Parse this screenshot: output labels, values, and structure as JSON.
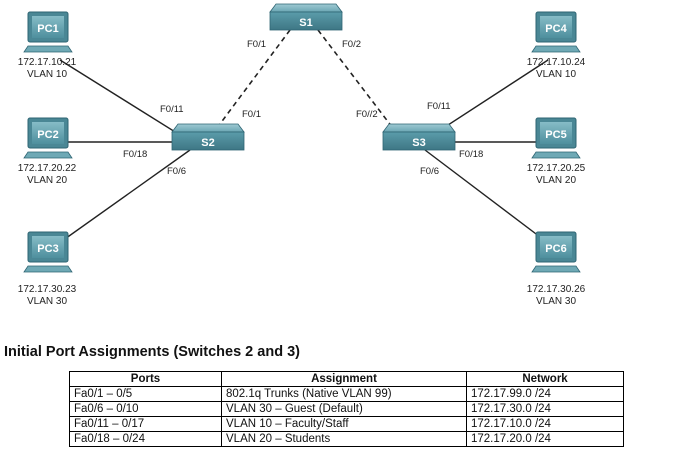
{
  "topology": {
    "switches": [
      {
        "id": "s1",
        "name": "S1"
      },
      {
        "id": "s2",
        "name": "S2"
      },
      {
        "id": "s3",
        "name": "S3"
      }
    ],
    "pcs": [
      {
        "id": "pc1",
        "name": "PC1",
        "ip": "172.17.10.21",
        "vlan": "VLAN 10"
      },
      {
        "id": "pc2",
        "name": "PC2",
        "ip": "172.17.20.22",
        "vlan": "VLAN 20"
      },
      {
        "id": "pc3",
        "name": "PC3",
        "ip": "172.17.30.23",
        "vlan": "VLAN 30"
      },
      {
        "id": "pc4",
        "name": "PC4",
        "ip": "172.17.10.24",
        "vlan": "VLAN 10"
      },
      {
        "id": "pc5",
        "name": "PC5",
        "ip": "172.17.20.25",
        "vlan": "VLAN 20"
      },
      {
        "id": "pc6",
        "name": "PC6",
        "ip": "172.17.30.26",
        "vlan": "VLAN 30"
      }
    ],
    "links": [
      {
        "id": "s1-s2",
        "type": "trunk",
        "ports": [
          "F0/1",
          "F0/1"
        ]
      },
      {
        "id": "s1-s3",
        "type": "trunk",
        "ports": [
          "F0/2",
          "F0//2"
        ]
      },
      {
        "id": "s2-pc1",
        "type": "access",
        "ports": [
          "F0/11"
        ]
      },
      {
        "id": "s2-pc2",
        "type": "access",
        "ports": [
          "F0/18"
        ]
      },
      {
        "id": "s2-pc3",
        "type": "access",
        "ports": [
          "F0/6"
        ]
      },
      {
        "id": "s3-pc4",
        "type": "access",
        "ports": [
          "F0/11"
        ]
      },
      {
        "id": "s3-pc5",
        "type": "access",
        "ports": [
          "F0/18"
        ]
      },
      {
        "id": "s3-pc6",
        "type": "access",
        "ports": [
          "F0/6"
        ]
      }
    ]
  },
  "port_table": {
    "title": "Initial Port Assignments (Switches 2 and 3)",
    "headers": [
      "Ports",
      "Assignment",
      "Network"
    ],
    "rows": [
      [
        "Fa0/1 – 0/5",
        "802.1q Trunks (Native VLAN 99)",
        "172.17.99.0 /24"
      ],
      [
        "Fa0/6 – 0/10",
        "VLAN 30 – Guest (Default)",
        "172.17.30.0 /24"
      ],
      [
        "Fa0/11 – 0/17",
        "VLAN 10 – Faculty/Staff",
        "172.17.10.0 /24"
      ],
      [
        "Fa0/18 – 0/24",
        "VLAN 20 – Students",
        "172.17.20.0 /24"
      ]
    ]
  },
  "colors": {
    "device_fill": "#5b9caa",
    "device_dark": "#3f7c8a",
    "monitor_screen": "#6aa8b6",
    "link_line": "#222222"
  }
}
